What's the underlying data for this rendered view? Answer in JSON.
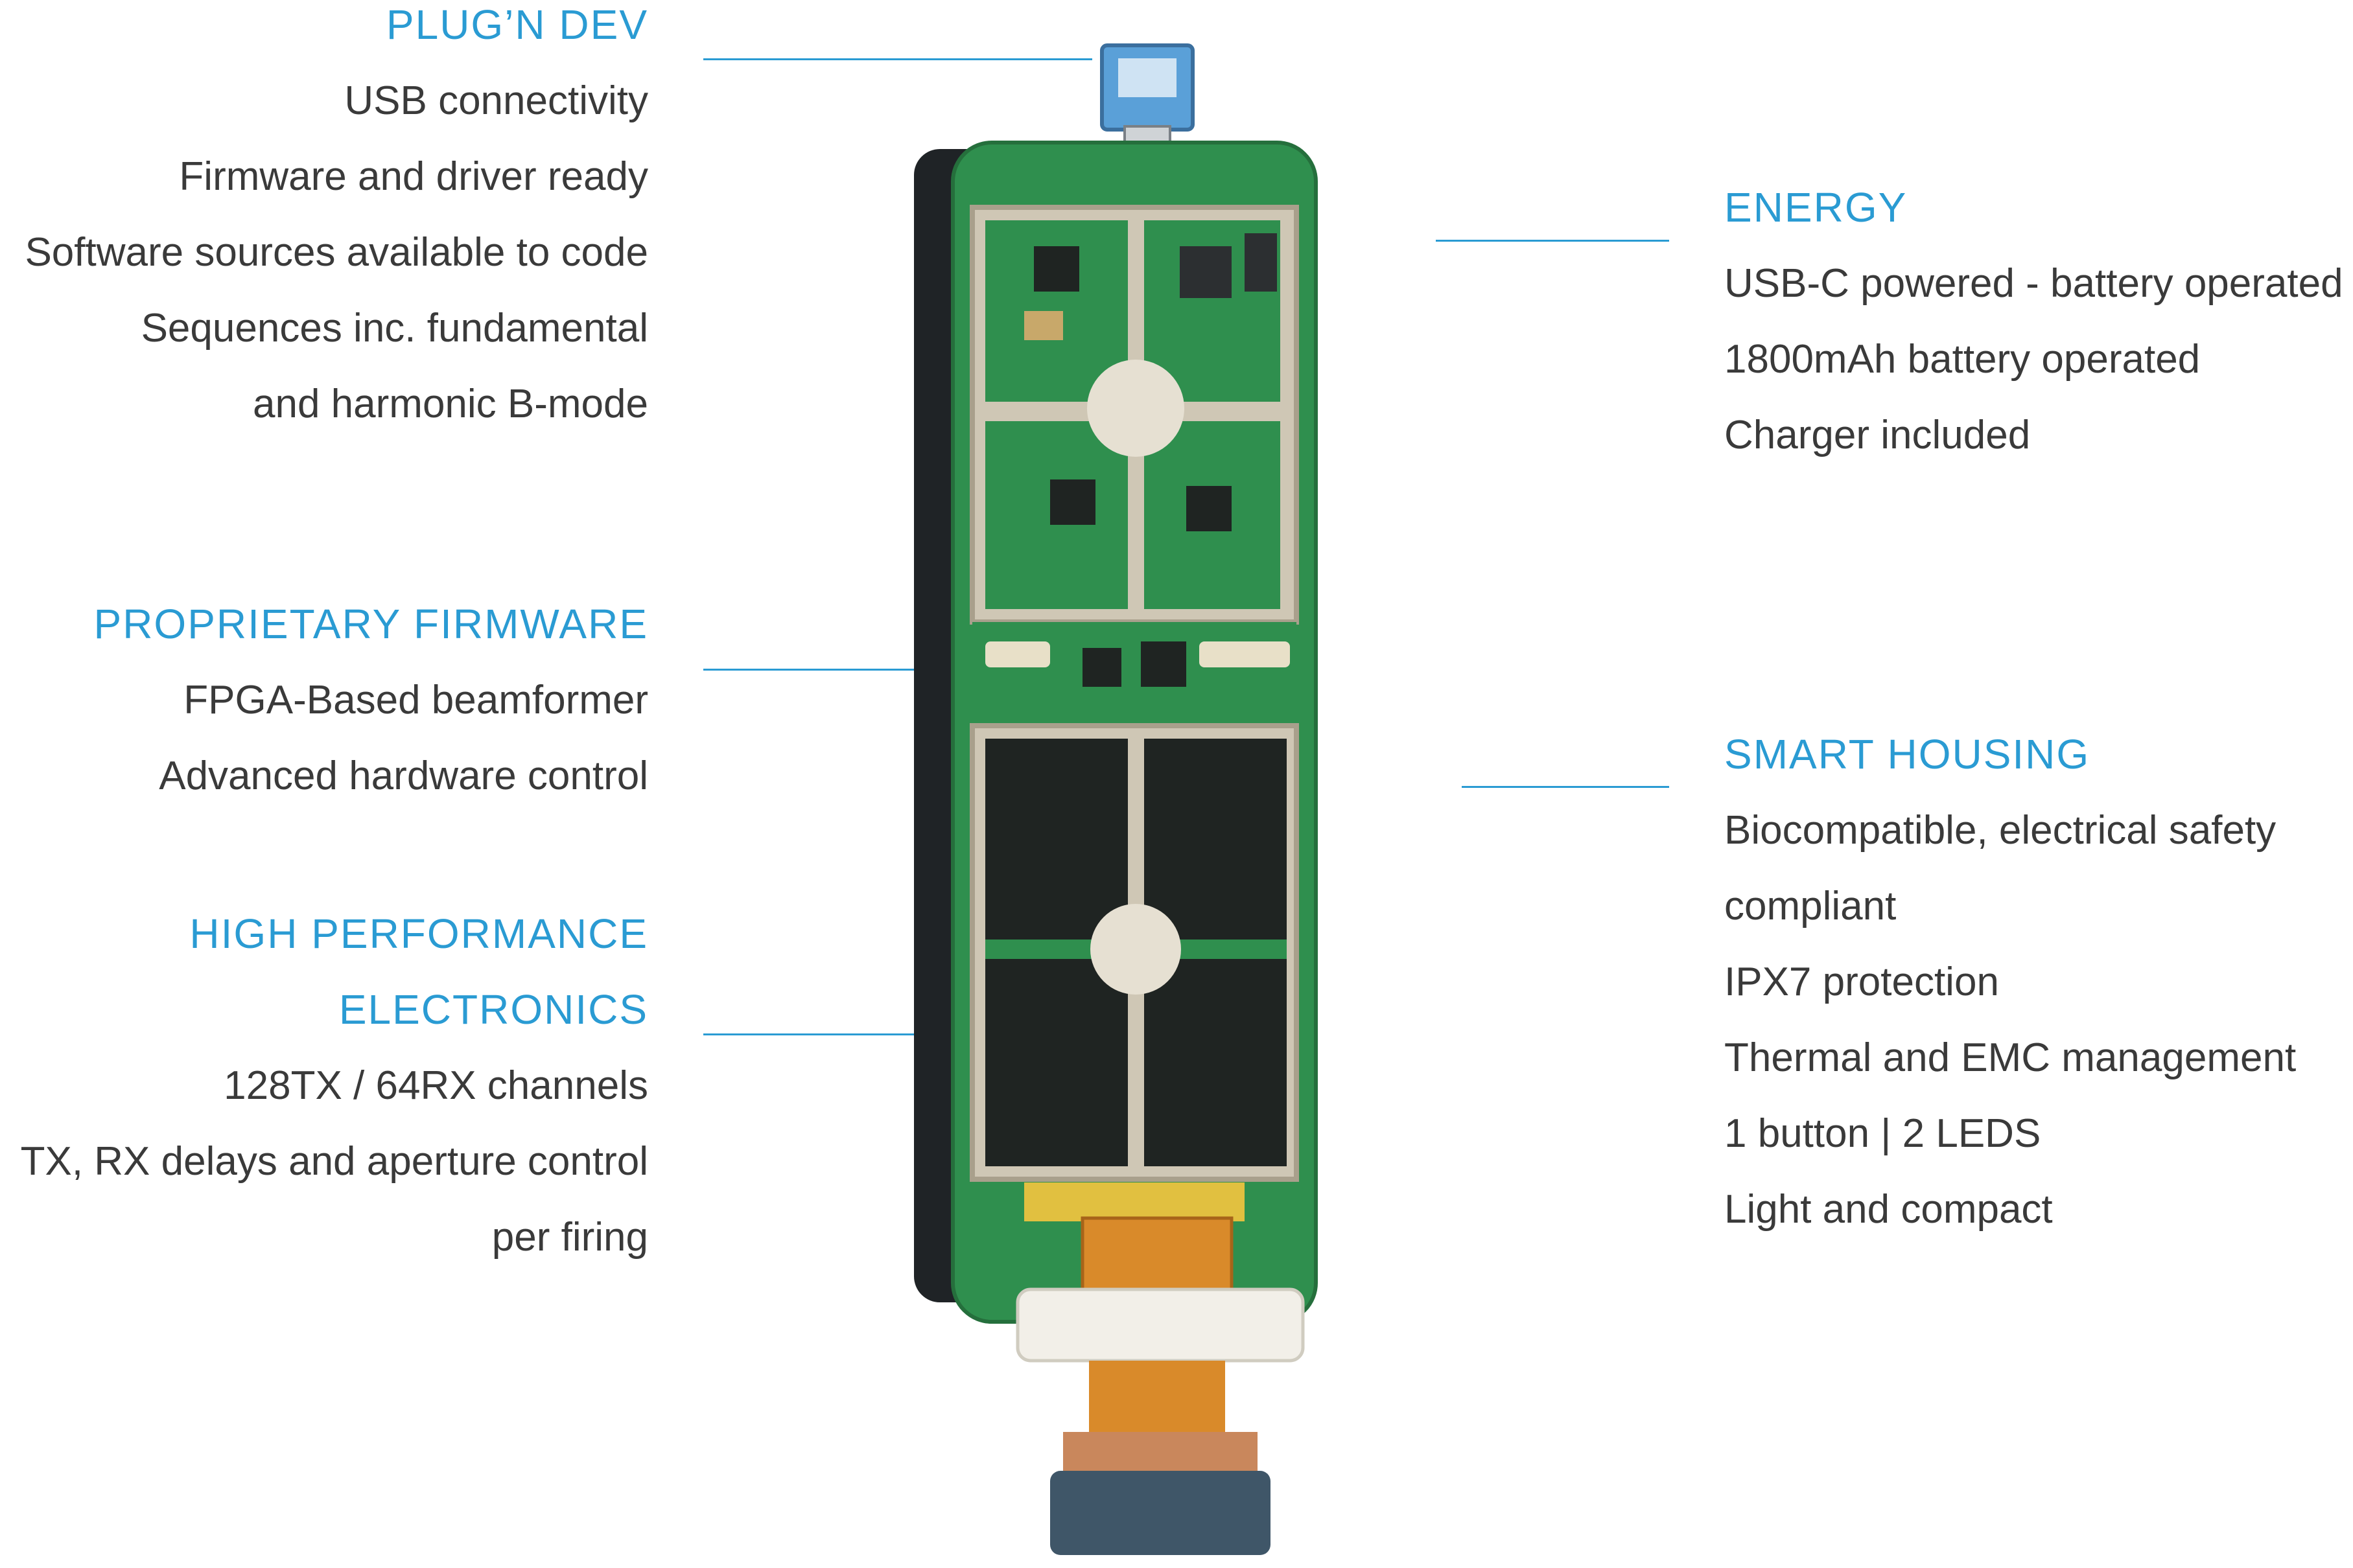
{
  "left_sections": [
    {
      "title": "PLUG’N DEV",
      "lines": [
        "USB connectivity",
        "Firmware and driver ready",
        "Software sources available to code",
        "Sequences inc. fundamental",
        "and harmonic B-mode"
      ]
    },
    {
      "title": "PROPRIETARY FIRMWARE",
      "lines": [
        "FPGA-Based beamformer",
        "Advanced hardware control"
      ]
    },
    {
      "title_lines": [
        "HIGH PERFORMANCE",
        "ELECTRONICS"
      ],
      "lines": [
        "128TX / 64RX channels",
        "TX, RX delays and aperture control",
        "per firing"
      ]
    }
  ],
  "right_sections": [
    {
      "title": "ENERGY",
      "lines": [
        "USB-C powered - battery operated",
        "1800mAh battery operated",
        "Charger included"
      ]
    },
    {
      "title": "SMART HOUSING",
      "lines": [
        "Biocompatible, electrical safety",
        "compliant",
        "IPX7 protection",
        "Thermal and EMC management",
        "1 button | 2 LEDS",
        "Light and compact"
      ]
    }
  ],
  "colors": {
    "accent": "#2a9bd3",
    "text": "#3a3a3a",
    "pcb": "#2f8f4e",
    "shield": "#cfc7b5",
    "chip": "#1f2422"
  }
}
